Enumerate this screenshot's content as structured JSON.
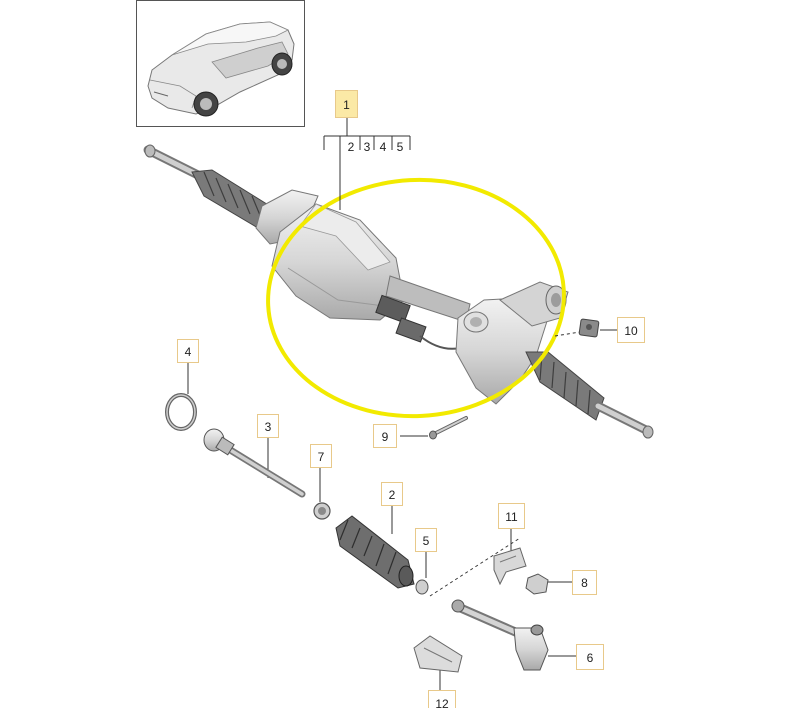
{
  "diagram": {
    "callouts": {
      "c1": "1",
      "c1_sub": [
        "2",
        "3",
        "4",
        "5"
      ],
      "c2": "2",
      "c3": "3",
      "c4": "4",
      "c5": "5",
      "c6": "6",
      "c7": "7",
      "c8": "8",
      "c9": "9",
      "c10": "10",
      "c11": "11",
      "c12": "12"
    },
    "colors": {
      "highlight_ellipse": "#f2ea00",
      "callout_1_fill": "#fbe9a6",
      "callout_border": "#e8c98a",
      "part_fill": "#d8d8d8",
      "part_stroke": "#8a8a8a"
    },
    "icons": [
      "vehicle-thumbnail",
      "steering-rack",
      "boot-gaiter",
      "tie-rod",
      "tie-rod-end",
      "o-ring",
      "nut",
      "bolt",
      "clip"
    ]
  }
}
